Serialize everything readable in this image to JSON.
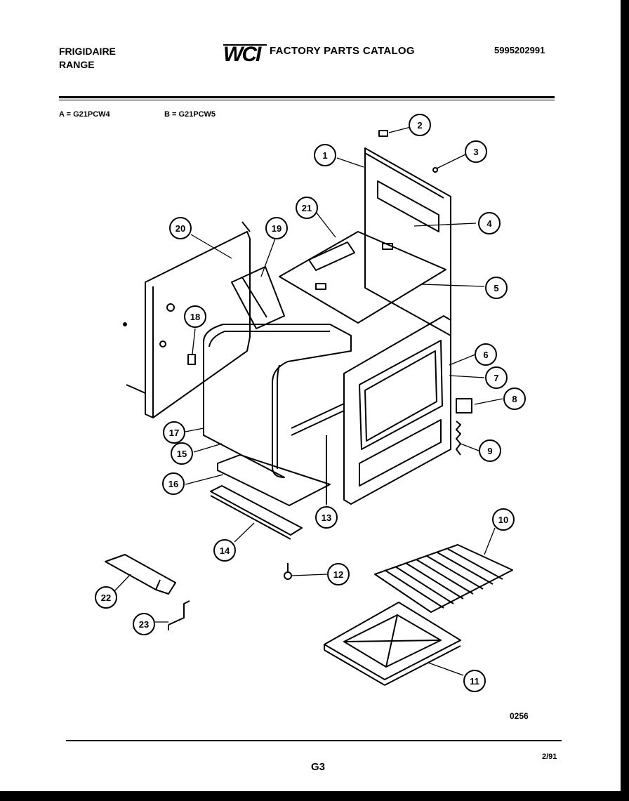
{
  "header": {
    "brand": "FRIGIDAIRE",
    "product": "RANGE",
    "logo_text": "WCI",
    "catalog_title": "FACTORY PARTS CATALOG",
    "part_number": "5995202991"
  },
  "models": {
    "a": "A = G21PCW4",
    "b": "B = G21PCW5"
  },
  "callouts": [
    "1",
    "2",
    "3",
    "4",
    "5",
    "6",
    "7",
    "8",
    "9",
    "10",
    "11",
    "12",
    "13",
    "14",
    "15",
    "16",
    "17",
    "18",
    "19",
    "20",
    "21",
    "22",
    "23"
  ],
  "footer": {
    "diagram_code": "0256",
    "page": "G3",
    "date": "2/91"
  }
}
